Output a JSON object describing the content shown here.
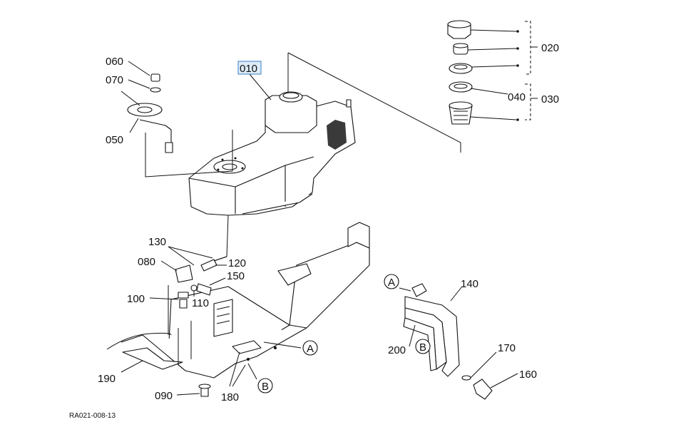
{
  "diagram_code": "RA021-008-13",
  "callouts": {
    "p010": "010",
    "p020": "020",
    "p030": "030",
    "p040": "040",
    "p050": "050",
    "p060": "060",
    "p070": "070",
    "p080": "080",
    "p090": "090",
    "p100": "100",
    "p110": "110",
    "p120": "120",
    "p130": "130",
    "p140": "140",
    "p150": "150",
    "p160": "160",
    "p170": "170",
    "p180": "180",
    "p190": "190",
    "p200": "200"
  },
  "refs": {
    "a": "A",
    "b": "B"
  },
  "highlight_color": "#3b7fc4"
}
